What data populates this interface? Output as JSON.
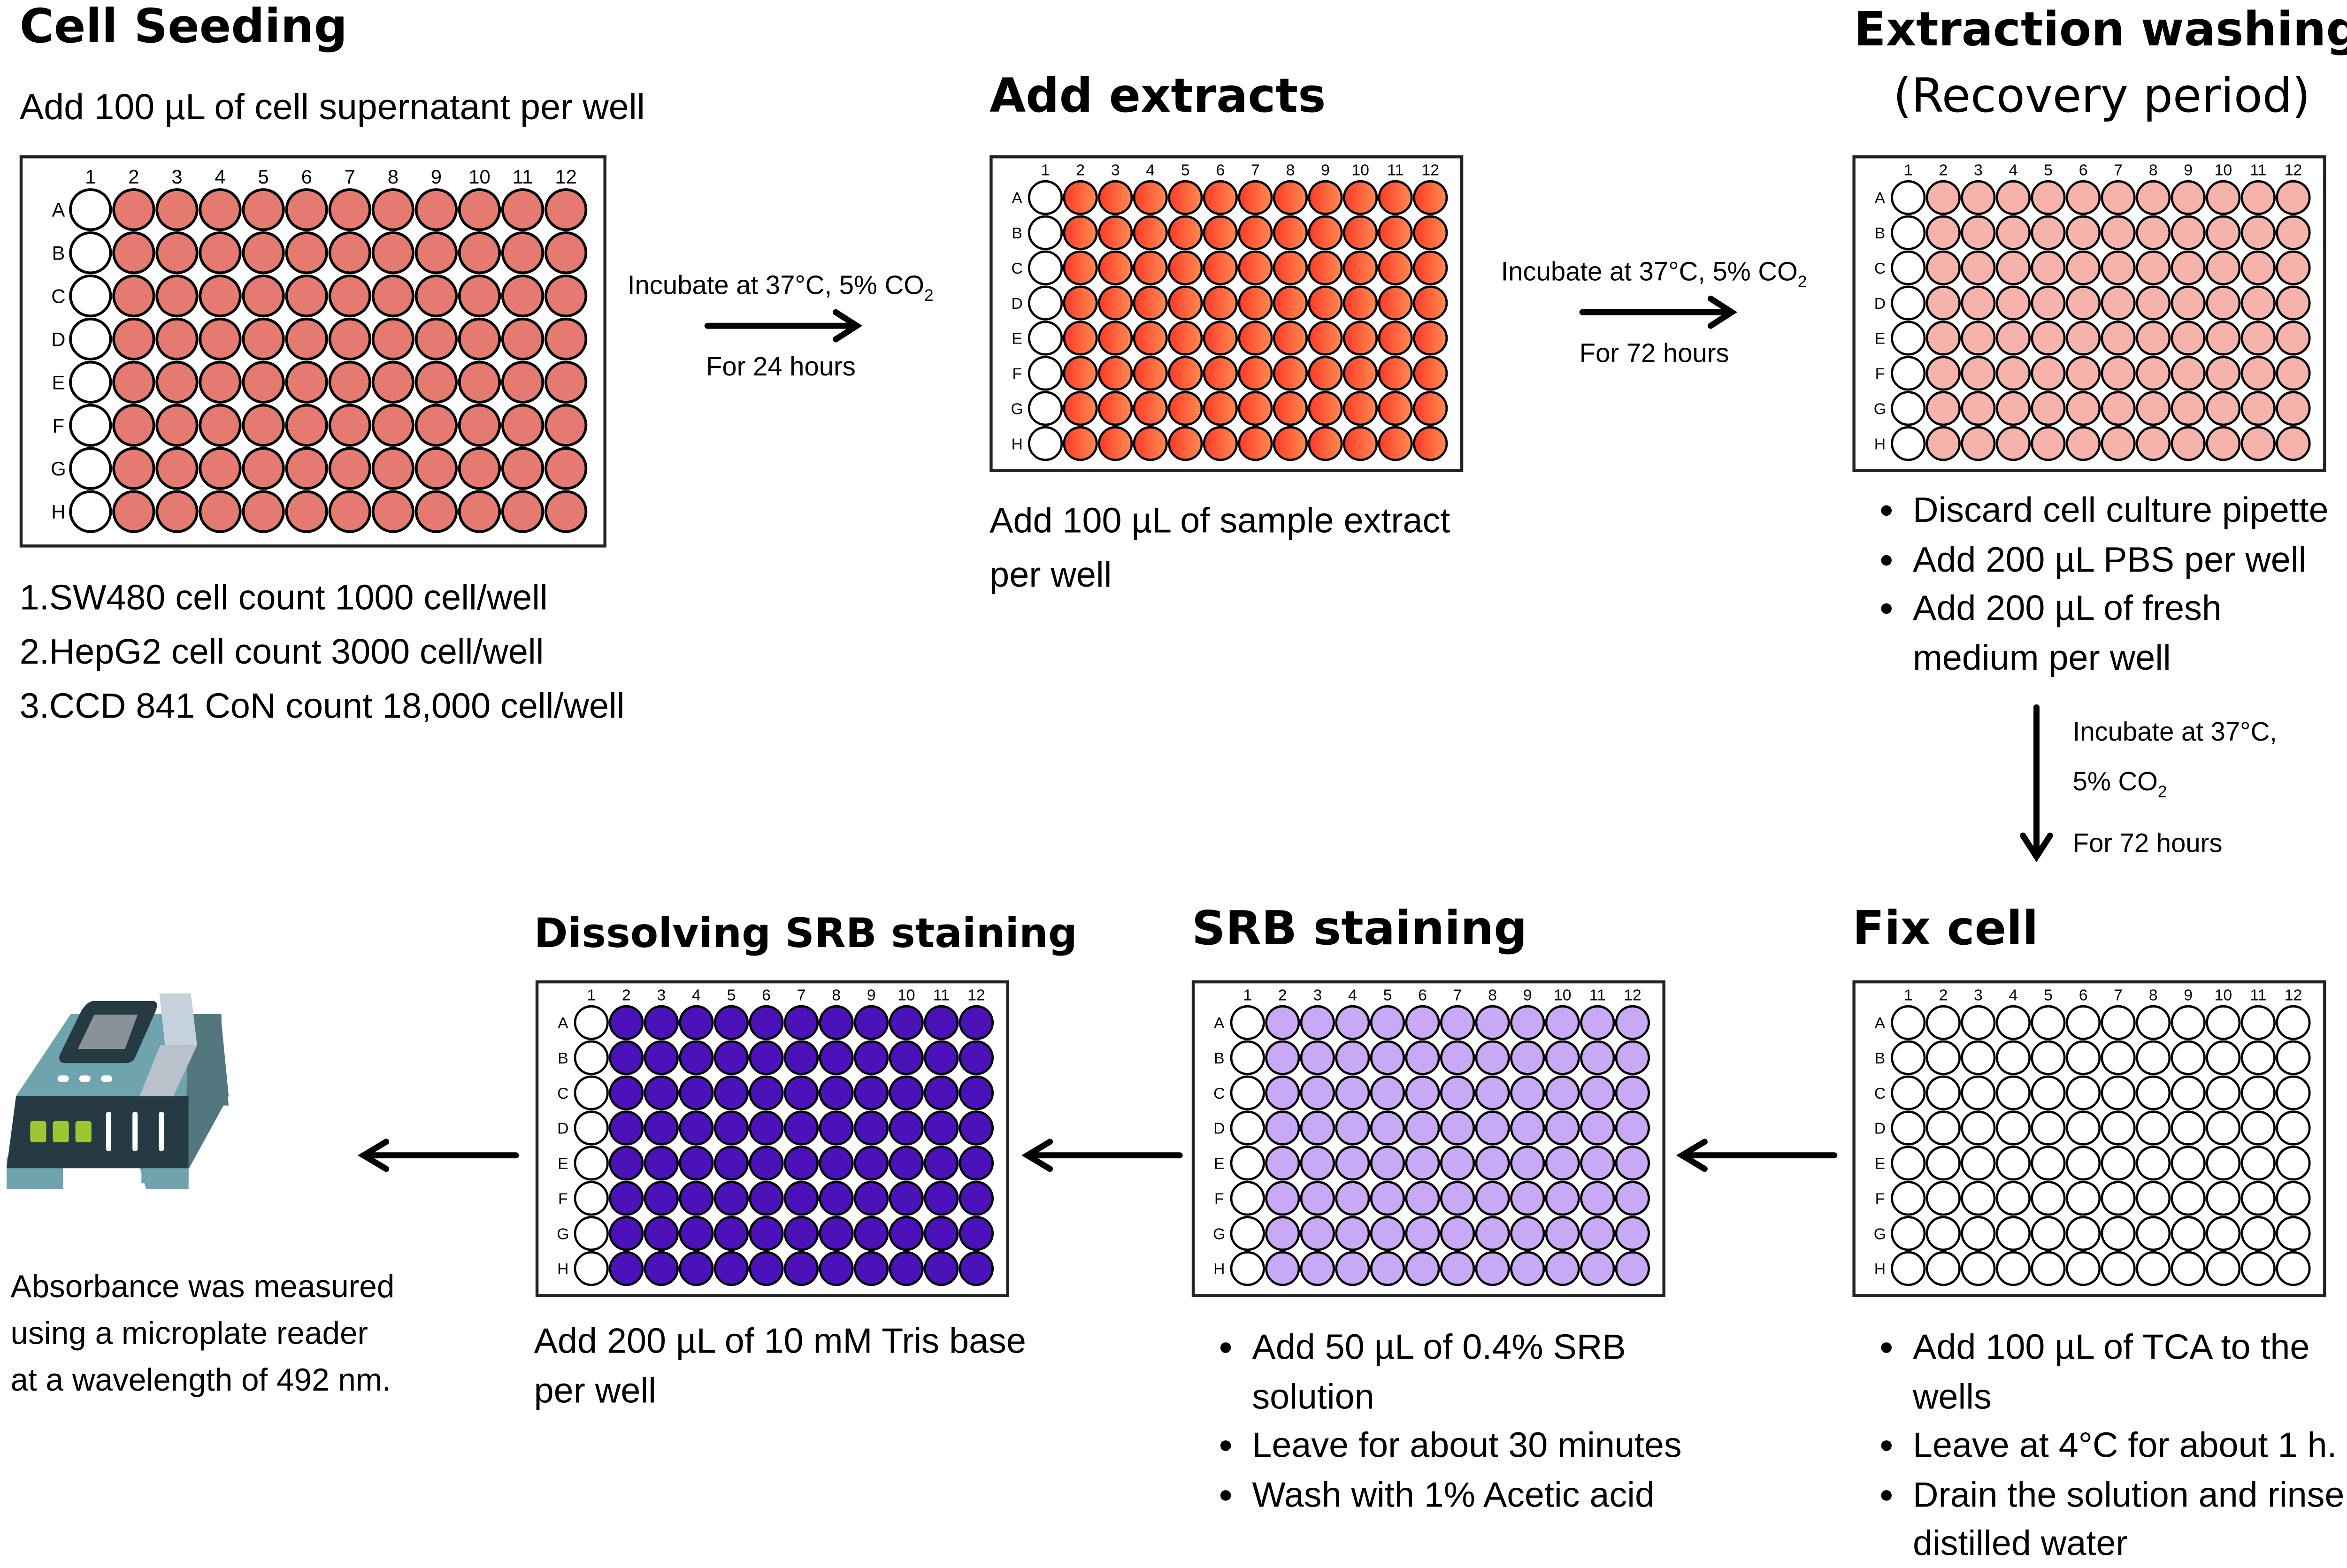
{
  "steps": {
    "cell_seeding": {
      "title": "Cell Seeding",
      "subtitle": "Add 100 µL of cell supernatant per well",
      "counts": [
        "1.SW480 cell count 1000 cell/well",
        "2.HepG2 cell count 3000 cell/well",
        "3.CCD 841 CoN count 18,000 cell/well"
      ]
    },
    "add_extracts": {
      "title": "Add extracts",
      "text": [
        "Add 100 µL of sample extract",
        "per well"
      ]
    },
    "extraction_washing": {
      "title": "Extraction washing",
      "subtitle": "(Recovery period)",
      "bullets": [
        "Discard cell culture pipette",
        "Add 200 µL PBS per well",
        "Add 200 µL of fresh medium per well"
      ]
    },
    "fix_cell": {
      "title": "Fix cell",
      "bullets": [
        "Add 100 µL of TCA to the wells",
        "Leave at 4°C for about 1 h.",
        "Drain the solution and rinse with distilled water"
      ]
    },
    "srb_staining": {
      "title": "SRB staining",
      "bullets": [
        "Add 50 µL of 0.4% SRB solution",
        "Leave for about 30 minutes",
        "Wash with 1% Acetic acid"
      ]
    },
    "dissolving": {
      "title": "Dissolving SRB staining",
      "text": [
        "Add 200 µL of 10 mM Tris base",
        "per well"
      ]
    },
    "measure": {
      "text": [
        "Absorbance was measured",
        "using a microplate reader",
        "at a wavelength of 492 nm."
      ]
    }
  },
  "arrows": {
    "a1": {
      "line1": "Incubate at 37°C, 5% CO",
      "sub": "2",
      "line2": "For 24 hours"
    },
    "a2": {
      "line1": "Incubate at 37°C, 5% CO",
      "sub": "2",
      "line2": "For 72 hours"
    },
    "a3": {
      "line1": "Incubate at 37°C,",
      "line1b": "5% CO",
      "sub": "2",
      "line2": "For 72 hours"
    }
  },
  "plate_labels": {
    "cols": [
      "1",
      "2",
      "3",
      "4",
      "5",
      "6",
      "7",
      "8",
      "9",
      "10",
      "11",
      "12"
    ],
    "rows": [
      "A",
      "B",
      "C",
      "D",
      "E",
      "F",
      "G",
      "H"
    ]
  },
  "plates": {
    "seeding": {
      "fill": "#e57b70"
    },
    "extracts": {
      "fill": "gradient",
      "from": "#ff3a28",
      "to": "#ff8c52"
    },
    "washing": {
      "fill": "#f5b3ab"
    },
    "fix": {
      "fill": "#ffffff"
    },
    "srb": {
      "fill": "#c7a9f6"
    },
    "dissolve": {
      "fill": "#4a12b8"
    }
  },
  "colors": {
    "reader_body": "#6fa3ad",
    "reader_dark": "#263a43",
    "reader_side": "#52777f",
    "reader_lights": "#9cc733"
  }
}
